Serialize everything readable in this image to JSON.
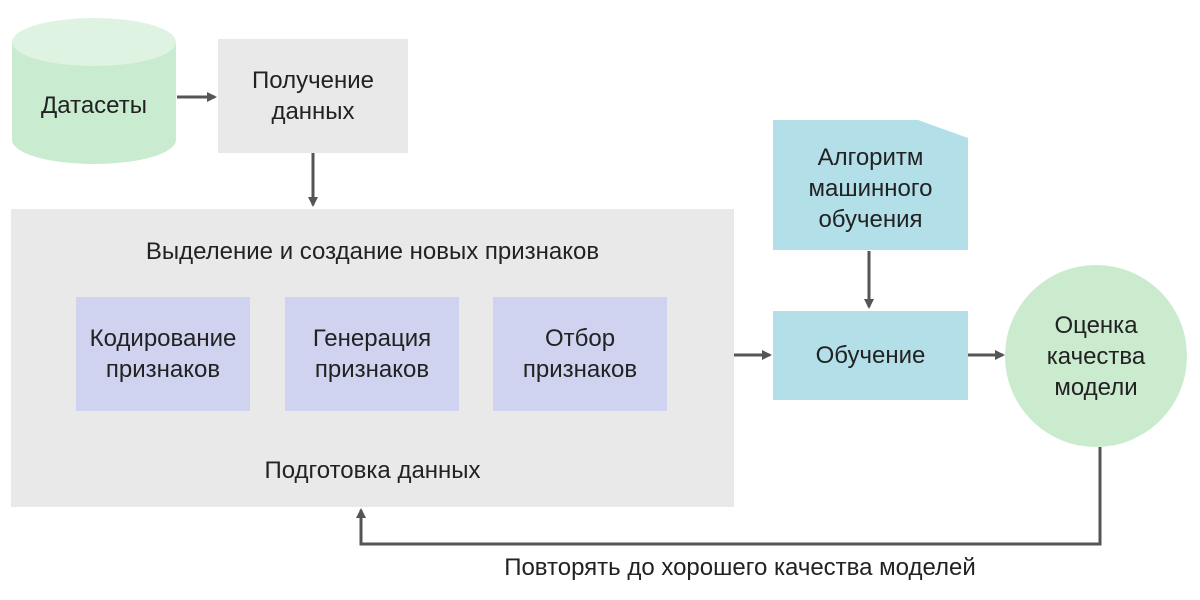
{
  "nodes": {
    "datasets": "Датасеты",
    "data_acquisition": "Получение\nданных",
    "feature_section_title": "Выделение и создание новых признаков",
    "feature_encoding": "Кодирование\nпризнаков",
    "feature_generation": "Генерация\nпризнаков",
    "feature_selection": "Отбор\nпризнаков",
    "data_preparation": "Подготовка данных",
    "ml_algorithm": "Алгоритм\nмашинного\nобучения",
    "training": "Обучение",
    "model_evaluation": "Оценка\nкачества\nмодели"
  },
  "loop_caption": "Повторять до хорошего качества моделей",
  "colors": {
    "datasets_fill": "#c9ecd0",
    "gray_fill": "#e9e9e9",
    "feature_fill": "#d0d3f0",
    "blue_fill": "#b3dfe9",
    "evaluation_fill": "#cbebcf",
    "arrow": "#555555"
  }
}
